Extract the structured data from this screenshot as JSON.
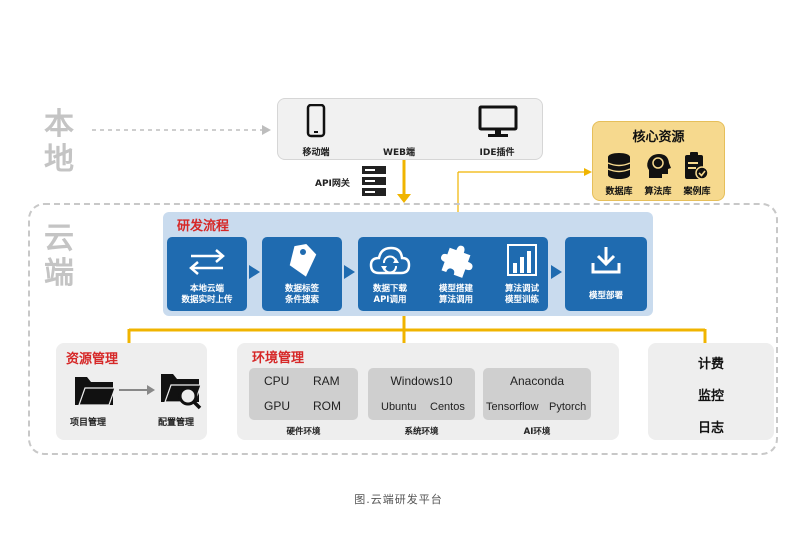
{
  "side_labels": {
    "local_1": "本",
    "local_2": "地",
    "cloud_1": "云",
    "cloud_2": "端"
  },
  "clients": {
    "mobile": "移动端",
    "web": "WEB端",
    "ide": "IDE插件"
  },
  "api_gateway": "API网关",
  "core": {
    "title": "核心资源",
    "db": "数据库",
    "algo": "算法库",
    "case": "案例库"
  },
  "flow": {
    "title": "研发流程",
    "steps": [
      {
        "line1": "本地云端",
        "line2": "数据实时上传"
      },
      {
        "line1": "数据标签",
        "line2": "条件搜索"
      },
      {
        "line1": "数据下载",
        "line2": "API调用"
      },
      {
        "line1": "模型搭建",
        "line2": "算法调用"
      },
      {
        "line1": "算法调试",
        "line2": "模型训练"
      },
      {
        "line1": "模型部署",
        "line2": ""
      }
    ]
  },
  "resource": {
    "title": "资源管理",
    "project": "项目管理",
    "config": "配置管理"
  },
  "env": {
    "title": "环境管理",
    "hardware": {
      "items": [
        "CPU",
        "RAM",
        "GPU",
        "ROM"
      ],
      "label": "硬件环境"
    },
    "system": {
      "items": [
        "Windows10",
        "Ubuntu",
        "Centos"
      ],
      "label": "系统环境"
    },
    "ai": {
      "items": [
        "Anaconda",
        "Tensorflow",
        "Pytorch"
      ],
      "label": "AI环境"
    }
  },
  "ops": {
    "items": [
      "计费",
      "监控",
      "日志"
    ]
  },
  "caption": "图.云端研发平台",
  "colors": {
    "flow_blue": "#1f6bb0",
    "accent_red": "#d62828",
    "connector_yellow": "#f0b400",
    "core_bg": "#f6d98e"
  }
}
